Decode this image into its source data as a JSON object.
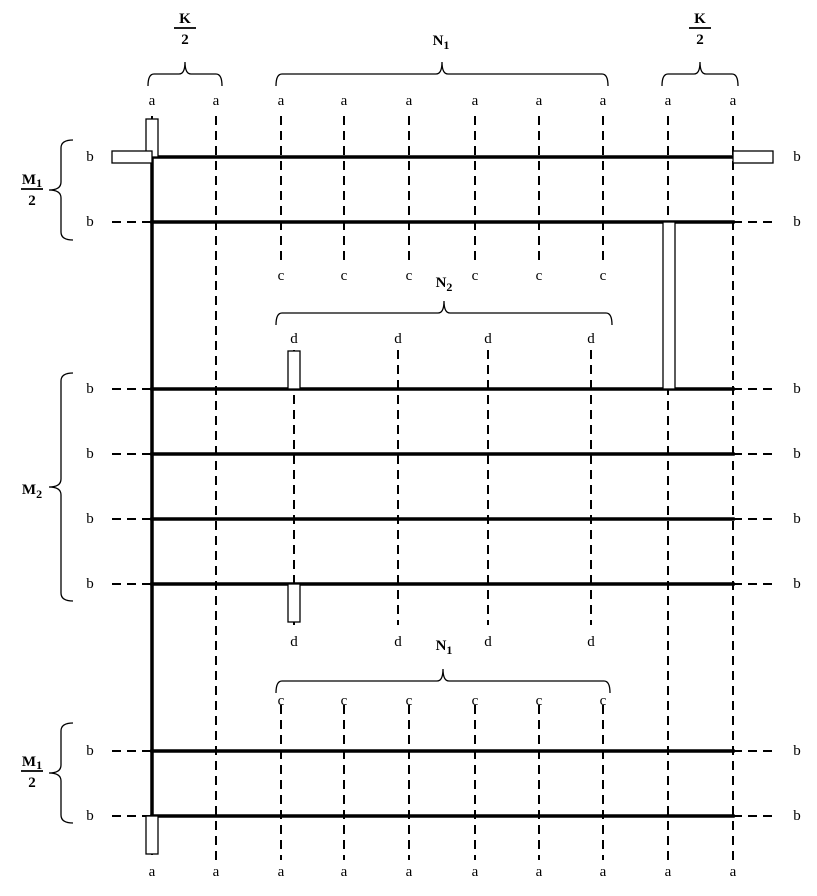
{
  "labels": {
    "a": "a",
    "b": "b",
    "c": "c",
    "d": "d"
  },
  "braces": {
    "k_top": "K",
    "k_bottom": "2",
    "n1": "N",
    "n1_sub": "1",
    "n2": "N",
    "n2_sub": "2",
    "m1_top": "M",
    "m1_top_sub": "1",
    "m1_bottom": "2",
    "m2": "M",
    "m2_sub": "2"
  }
}
